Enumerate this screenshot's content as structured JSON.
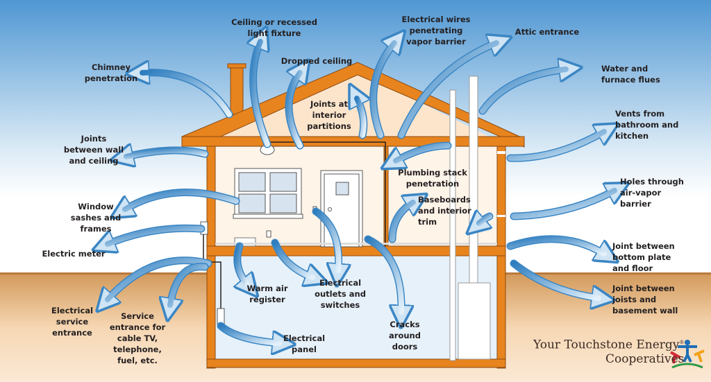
{
  "labels": {
    "chimney": "Chimney\npenetration",
    "ceiling_light": "Ceiling or recessed\nlight fixture",
    "dropped_ceiling": "Dropped ceiling",
    "electrical_wires": "Electrical wires\npenetrating\nvapor barrier",
    "attic": "Attic entrance",
    "water_flues": "Water and\nfurnace flues",
    "joints_partitions": "Joints at\ninterior\npartitions",
    "joints_wall_ceiling": "Joints\nbetween wall\nand ceiling",
    "vents": "Vents from\nbathroom and\nkitchen",
    "plumbing": "Plumbing stack\npenetration",
    "holes": "Holes through\nair-vapor\nbarrier",
    "baseboards": "Baseboards\nand interior\ntrim",
    "window": "Window\nsashes and\nframes",
    "meter": "Electric meter",
    "bottom_plate": "Joint between\nbottom plate\nand floor",
    "warm_air": "Warm air\nregister",
    "outlets": "Electrical\noutlets and\nswitches",
    "joists": "Joint between\njoists and\nbasement wall",
    "service_entrance": "Electrical\nservice\nentrance",
    "cracks": "Cracks\naround\ndoors",
    "cable": "Service\nentrance for\ncable TV,\ntelephone,\nfuel, etc.",
    "panel": "Electrical\npanel"
  },
  "logo": {
    "line1": "Your Touchstone Energy",
    "reg": "®",
    "line2": "Cooperatives"
  },
  "colors": {
    "frame": "#e8841e",
    "sky": "#4f97d3",
    "ground": "#d9a46a",
    "arrow": "#4a90c8"
  }
}
